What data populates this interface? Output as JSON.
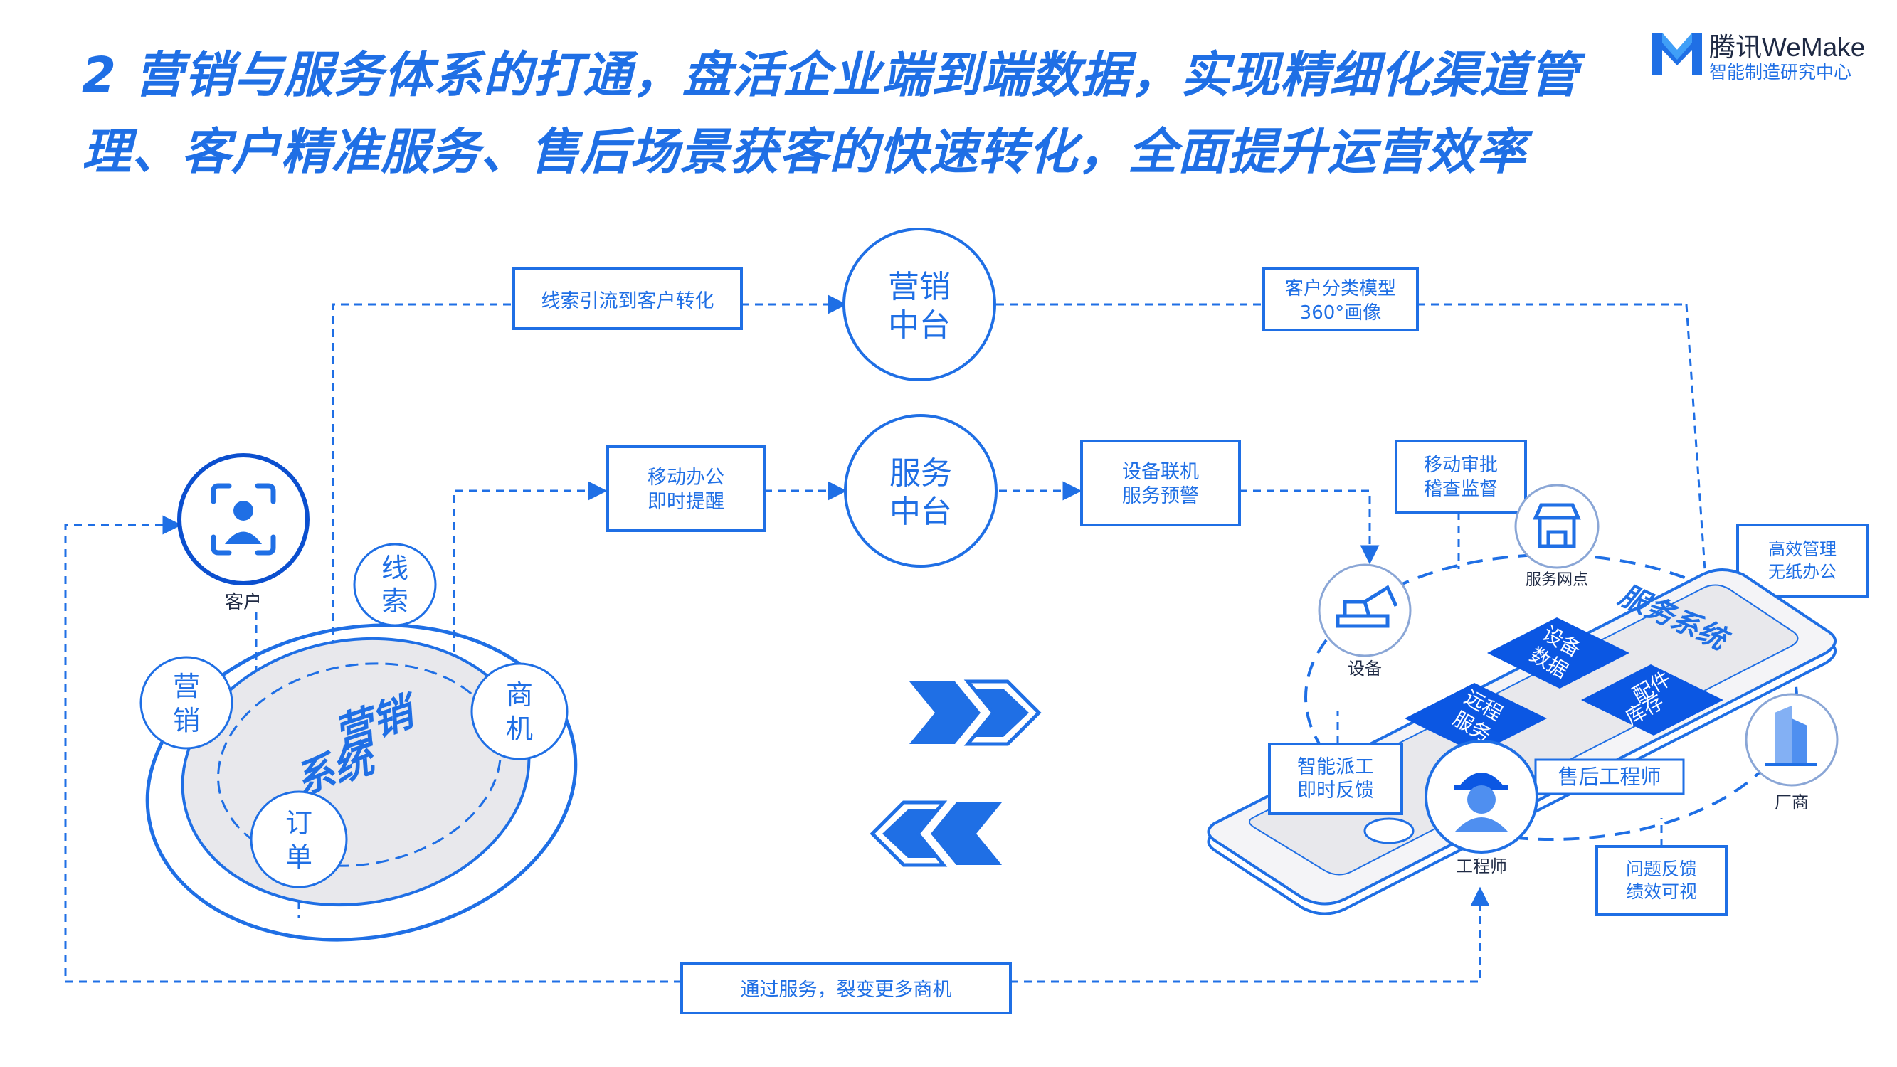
{
  "title": "2 营销与服务体系的打通，盘活企业端到端数据，实现精细化渠道管理、客户精准服务、售后场景获客的快速转化，全面提升运营效率",
  "logo": {
    "name": "腾讯WeMake",
    "subtitle": "智能制造研究中心"
  },
  "colors": {
    "primary": "#1f6fe5",
    "dark_blue": "#0b4fcf",
    "platform_gray": "#e8e8ec",
    "white": "#ffffff"
  },
  "hubs": {
    "marketing": {
      "line1": "营销",
      "line2": "中台"
    },
    "service": {
      "line1": "服务",
      "line2": "中台"
    }
  },
  "flow_labels": {
    "lead_conversion": "线索引流到客户转化",
    "customer_model": {
      "line1": "客户分类模型",
      "line2": "360°画像"
    },
    "mobile_office": {
      "line1": "移动办公",
      "line2": "即时提醒"
    },
    "device_alert": {
      "line1": "设备联机",
      "line2": "服务预警"
    },
    "mobile_approval": {
      "line1": "移动审批",
      "line2": "稽查监督"
    },
    "efficient_mgmt": {
      "line1": "高效管理",
      "line2": "无纸办公"
    },
    "smart_dispatch": {
      "line1": "智能派工",
      "line2": "即时反馈"
    },
    "feedback_perf": {
      "line1": "问题反馈",
      "line2": "绩效可视"
    },
    "bottom": "通过服务，裂变更多商机"
  },
  "marketing_system": {
    "platform": {
      "line1": "营销",
      "line2": "系统"
    },
    "customer_label": "客户",
    "nodes": {
      "leads": [
        "线",
        "索"
      ],
      "marketing": [
        "营",
        "销"
      ],
      "opportunity": [
        "商",
        "机"
      ],
      "order": [
        "订",
        "单"
      ]
    }
  },
  "service_system": {
    "title": "服务系统",
    "tiles": {
      "device_data": {
        "line1": "设备",
        "line2": "数据"
      },
      "parts_stock": {
        "line1": "配件",
        "line2": "库存"
      },
      "remote_service": {
        "line1": "远程",
        "line2": "服务"
      }
    },
    "engineer_tag": "售后工程师",
    "satellites": {
      "device": "设备",
      "outlet": "服务网点",
      "vendor": "厂商",
      "engineer": "工程师"
    }
  },
  "arrows": {
    "forward": "chevron-right-icon",
    "back": "chevron-left-icon"
  }
}
